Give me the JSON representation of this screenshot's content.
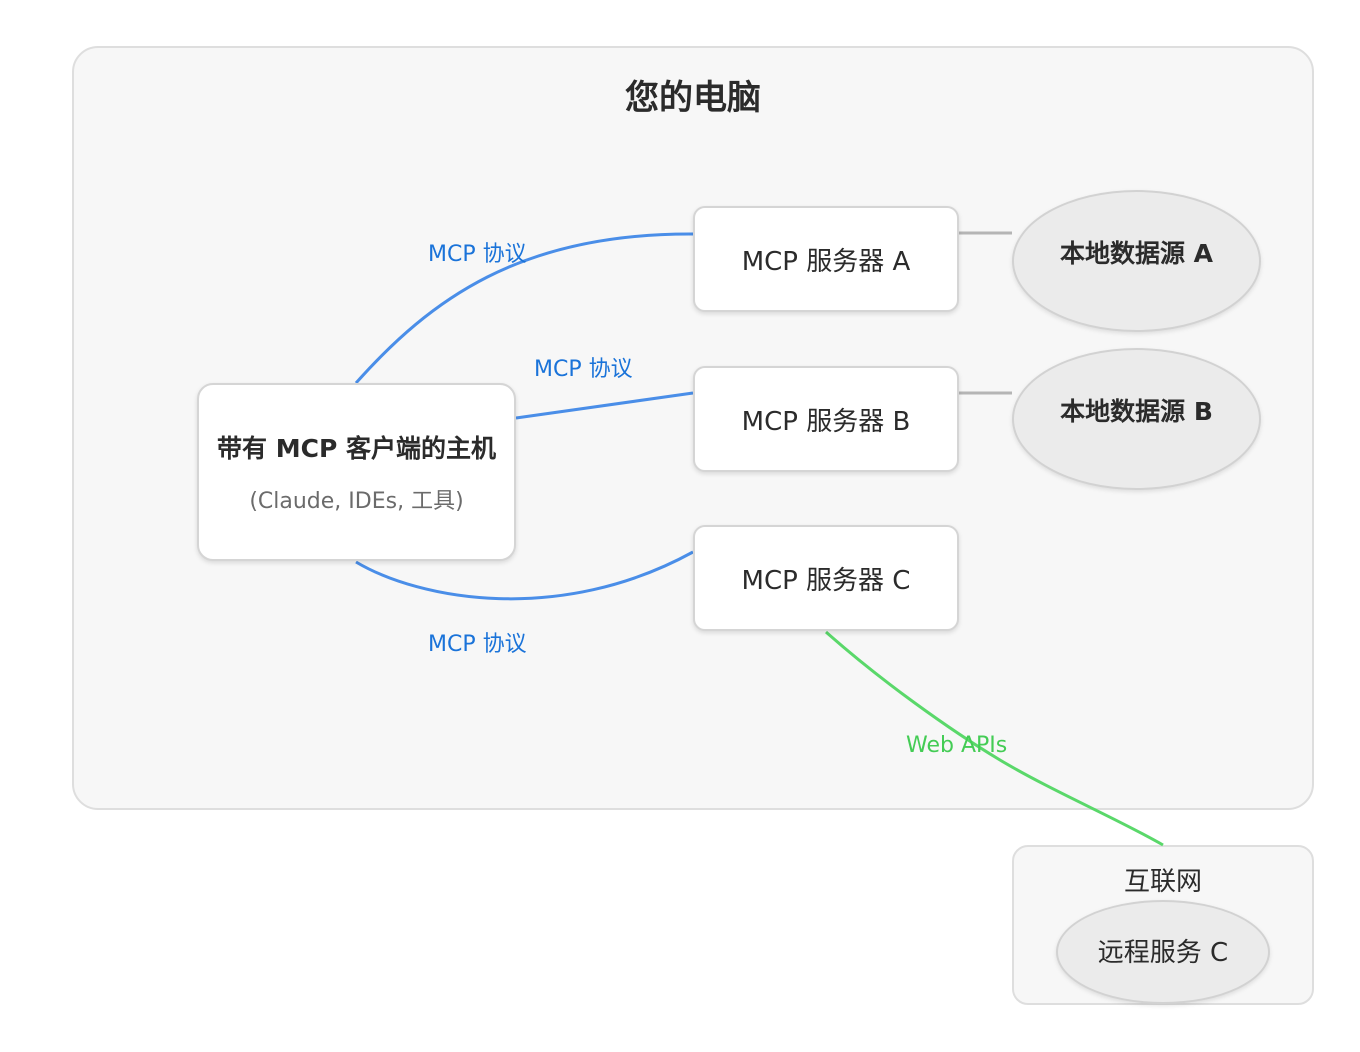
{
  "computer": {
    "title": "您的电脑"
  },
  "host": {
    "title": "带有 MCP 客户端的主机",
    "subtitle": "(Claude, IDEs, 工具)"
  },
  "servers": [
    {
      "label": "MCP 服务器 A"
    },
    {
      "label": "MCP 服务器 B"
    },
    {
      "label": "MCP 服务器 C"
    }
  ],
  "data_sources": [
    {
      "label": "本地数据源 A"
    },
    {
      "label": "本地数据源 B"
    }
  ],
  "internet": {
    "title": "互联网",
    "remote_service": "远程服务 C"
  },
  "edges": {
    "mcp_a": "MCP 协议",
    "mcp_b": "MCP 协议",
    "mcp_c": "MCP 协议",
    "web": "Web APIs"
  },
  "colors": {
    "mcp_edge": "#4a8ee8",
    "mcp_label": "#1a73d9",
    "web_edge": "#5ad86a",
    "local_edge": "#b5b5b5"
  }
}
